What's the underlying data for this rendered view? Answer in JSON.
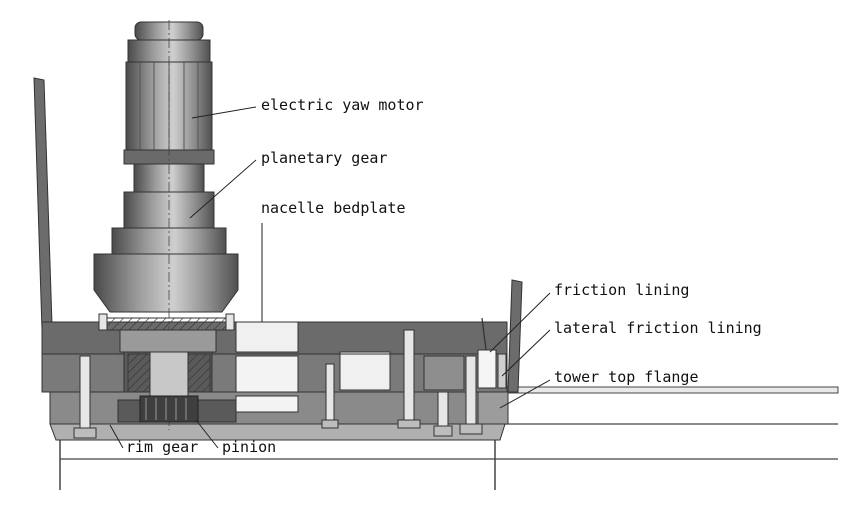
{
  "labels": {
    "yaw_motor": "electric yaw motor",
    "planetary_gear": "planetary gear",
    "nacelle_bedplate": "nacelle bedplate",
    "friction_lining": "friction lining",
    "lateral_friction_lining": "lateral friction lining",
    "tower_top_flange": "tower top flange",
    "rim_gear": "rim gear",
    "pinion": "pinion"
  },
  "colors": {
    "dark_metal": "#5f5f5f",
    "mid_metal": "#8a8a8a",
    "light_metal": "#b5b5b5",
    "highlight": "#d9d9d9",
    "line": "#2a2a2a"
  }
}
